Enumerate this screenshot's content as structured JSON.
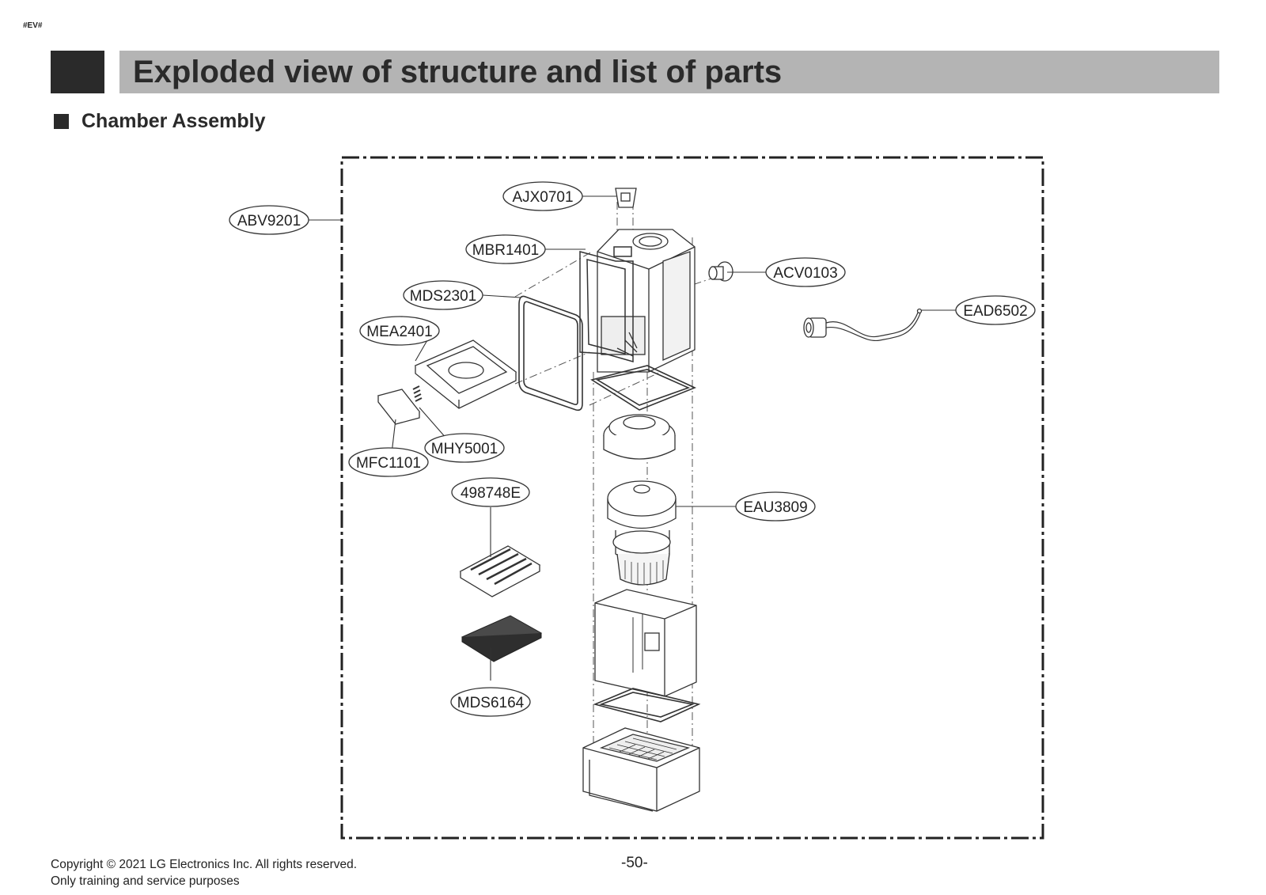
{
  "header": {
    "tag": "#EV#",
    "title": "Exploded view of structure and list of parts",
    "section": "Chamber Assembly"
  },
  "callouts": [
    {
      "id": "abv9201",
      "label": "ABV9201"
    },
    {
      "id": "ajx0701",
      "label": "AJX0701"
    },
    {
      "id": "mbr1401",
      "label": "MBR1401"
    },
    {
      "id": "acv0103",
      "label": "ACV0103"
    },
    {
      "id": "mds2301",
      "label": "MDS2301"
    },
    {
      "id": "ead6502",
      "label": "EAD6502"
    },
    {
      "id": "mea2401",
      "label": "MEA2401"
    },
    {
      "id": "mhy5001",
      "label": "MHY5001"
    },
    {
      "id": "mfc1101",
      "label": "MFC1101"
    },
    {
      "id": "p498748e",
      "label": "498748E"
    },
    {
      "id": "eau3809",
      "label": "EAU3809"
    },
    {
      "id": "mds6164",
      "label": "MDS6164"
    }
  ],
  "footer": {
    "copyright": "Copyright © 2021 LG Electronics Inc. All rights reserved.",
    "purpose": "Only training and service purposes",
    "page": "-50-"
  }
}
